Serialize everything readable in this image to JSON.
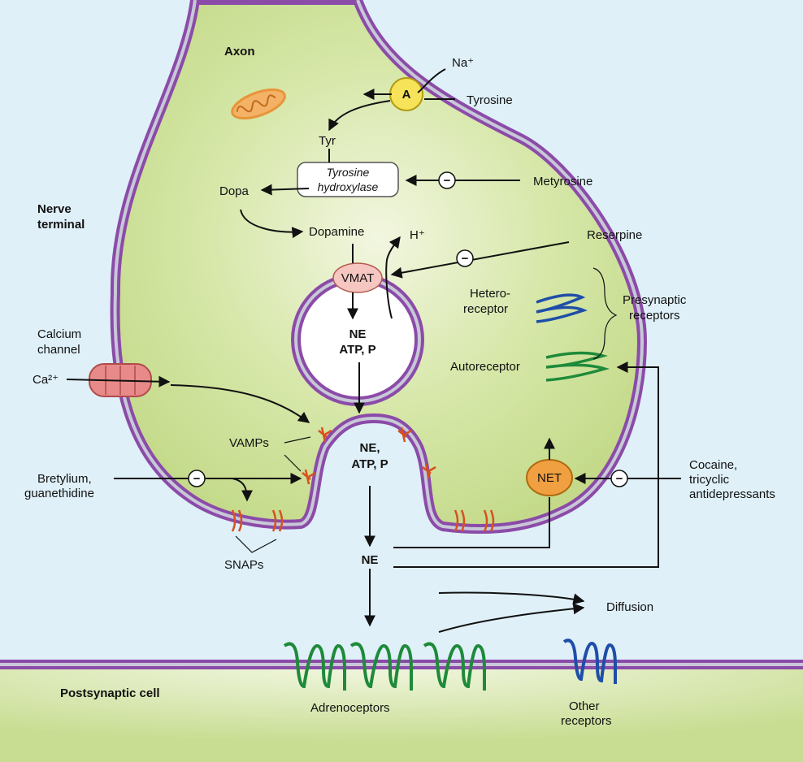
{
  "labels": {
    "axon": "Axon",
    "nerve_terminal_1": "Nerve",
    "nerve_terminal_2": "terminal",
    "postsynaptic_cell": "Postsynaptic cell",
    "na_plus": "Na⁺",
    "tyrosine": "Tyrosine",
    "transporter_a": "A",
    "tyr": "Tyr",
    "tyrosine_hydroxylase_1": "Tyrosine",
    "tyrosine_hydroxylase_2": "hydroxylase",
    "dopa": "Dopa",
    "metyrosine": "Metyrosine",
    "dopamine": "Dopamine",
    "h_plus": "H⁺",
    "reserpine": "Reserpine",
    "vmat": "VMAT",
    "vesicle_ne": "NE",
    "vesicle_atp": "ATP, P",
    "heteroreceptor_1": "Hetero-",
    "heteroreceptor_2": "receptor",
    "presynaptic_1": "Presynaptic",
    "presynaptic_2": "receptors",
    "autoreceptor": "Autoreceptor",
    "calcium_channel_1": "Calcium",
    "calcium_channel_2": "channel",
    "ca": "Ca²⁺",
    "vamps": "VAMPs",
    "fusion_ne": "NE,",
    "fusion_atp": "ATP, P",
    "bretylium_1": "Bretylium,",
    "bretylium_2": "guanethidine",
    "net": "NET",
    "cocaine_1": "Cocaine,",
    "cocaine_2": "tricyclic",
    "cocaine_3": "antidepressants",
    "snaps": "SNAPs",
    "ne_cleft": "NE",
    "diffusion": "Diffusion",
    "adrenoceptors": "Adrenoceptors",
    "other_receptors_1": "Other",
    "other_receptors_2": "receptors",
    "minus": "−"
  },
  "colors": {
    "background": "#dff0f8",
    "cytoplasm": "#c6dc8e",
    "postsynaptic": "#c6dc8e",
    "membrane_outer": "#8b4ba8",
    "membrane_inner": "#c8c8d8",
    "receptor_green": "#1e8a3a",
    "receptor_blue": "#1f4ea8",
    "net_orange": "#f0a040",
    "vmat_pink": "#f6c6c0",
    "transporter_yellow": "#f6e35a",
    "calcium_channel": "#e88a8a",
    "mitochondrion": "#e8943a",
    "snare": "#d8501e"
  }
}
